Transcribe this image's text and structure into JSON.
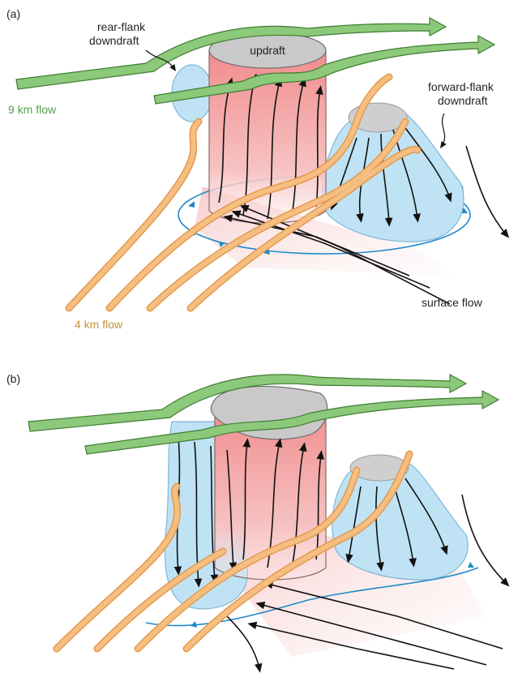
{
  "panel_a": {
    "panel_label": "(a)",
    "updraft_label": "updraft",
    "rfd_label_line1": "rear-flank",
    "rfd_label_line2": "downdraft",
    "ffd_label_line1": "forward-flank",
    "ffd_label_line2": "downdraft",
    "flow_9km_label": "9 km flow",
    "flow_4km_label": "4 km flow",
    "surface_flow_label": "surface flow"
  },
  "panel_b": {
    "panel_label": "(b)"
  },
  "colors": {
    "updraft_fill": "#f4a7a7",
    "updraft_top": "#c9c9c9",
    "downdraft_fill": "#bfe3f5",
    "green_arrow": "#8cc97a",
    "orange_arrow": "#f5be82",
    "front_blue": "#1f8ac8",
    "label_green": "#4ea24a",
    "label_orange": "#c8923c"
  }
}
